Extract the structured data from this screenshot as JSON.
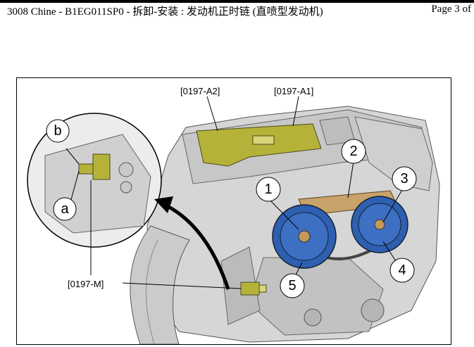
{
  "header": {
    "title": "3008 Chine - B1EG011SP0 - 拆卸-安装 : 发动机正时链 (直喷型发动机)",
    "page": "Page 3 of"
  },
  "figure": {
    "tool_labels": {
      "a2": "[0197-A2]",
      "a1": "[0197-A1]",
      "m": "[0197-M]"
    },
    "detail_labels": {
      "a": "a",
      "b": "b"
    },
    "callouts": [
      "1",
      "2",
      "3",
      "4",
      "5"
    ],
    "colors": {
      "tool_a": "#b5b23a",
      "sprocket": "#2f5fb0",
      "chain_guide": "#c9a26a",
      "engine": "#d4d4d4"
    }
  }
}
